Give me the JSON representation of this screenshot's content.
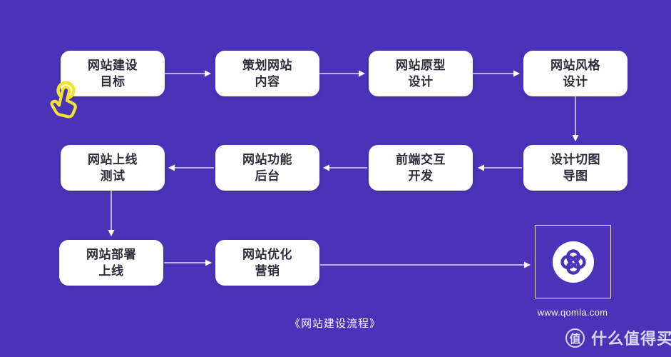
{
  "colors": {
    "background": "#4B33B9",
    "node_background": "#FFFFFF",
    "node_text": "#2F2B3C",
    "connector": "#FFFFFF",
    "hand_icon_yellow": "#F3E52F",
    "logo_mark_purple": "#4B33B9"
  },
  "flow": {
    "caption": "《网站建设流程》",
    "nodes": [
      {
        "label": "网站建设\n目标"
      },
      {
        "label": "策划网站\n内容"
      },
      {
        "label": "网站原型\n设计"
      },
      {
        "label": "网站风格\n设计"
      },
      {
        "label": "网站上线\n测试"
      },
      {
        "label": "网站功能\n后台"
      },
      {
        "label": "前端交互\n开发"
      },
      {
        "label": "设计切图\n导图"
      },
      {
        "label": "网站部署\n上线"
      },
      {
        "label": "网站优化\n营销"
      }
    ]
  },
  "logo": {
    "url": "www.qomla.com",
    "mark_icon": "qomla-knot-logo"
  },
  "cursor": {
    "icon": "tap-gesture-hand-icon"
  },
  "watermark": {
    "icon_char": "值",
    "text": "什么值得买"
  }
}
